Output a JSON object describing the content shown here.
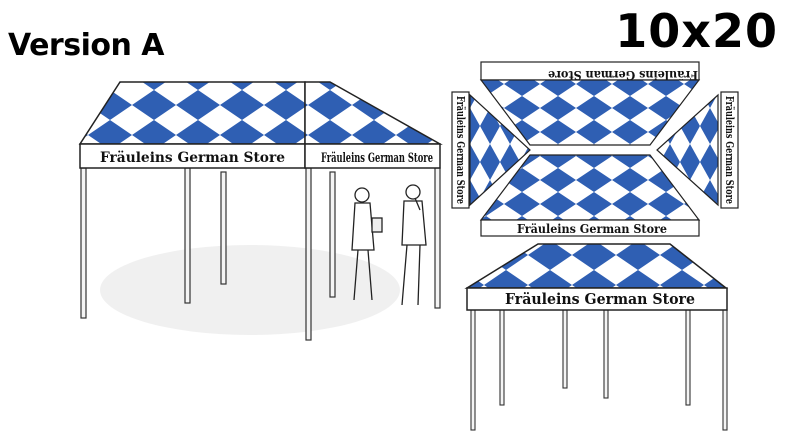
{
  "header": {
    "version_label": "Version A",
    "size_label": "10x20"
  },
  "banner": {
    "text": "Fräuleins German Store"
  },
  "colors": {
    "pattern_blue": "#2f5fb3",
    "pattern_white": "#ffffff",
    "outline": "#222222",
    "frame": "#f2f2f2"
  }
}
